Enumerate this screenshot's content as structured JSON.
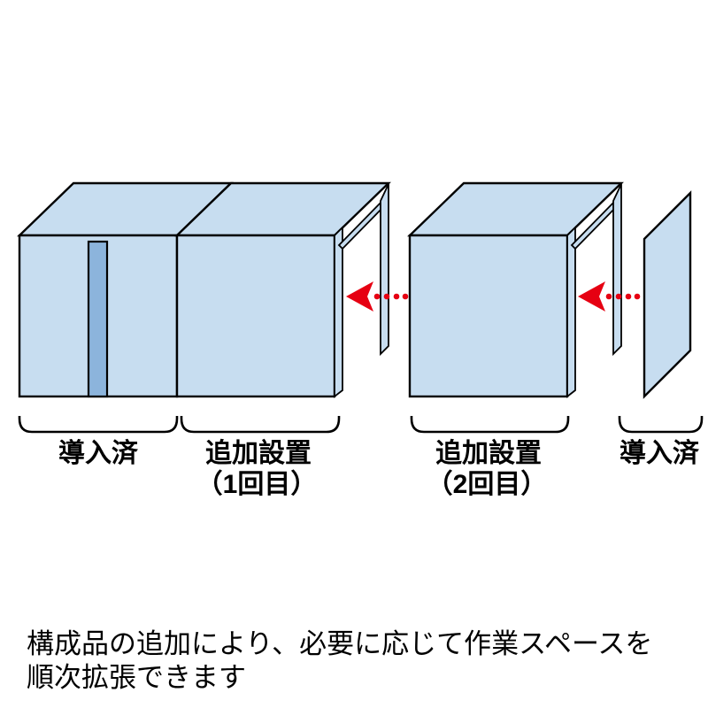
{
  "colors": {
    "background": "#ffffff",
    "box_fill": "#c7ddf0",
    "accent_fill": "#8cb4dc",
    "outline": "#000000",
    "arrow_red": "#e60012",
    "text": "#000000"
  },
  "figure": {
    "description_of_shapes": "isometric expansion diagram: installed unit + first addition joined, second addition module and reused side panel moving in from the right",
    "icons": [
      "dotted-left-arrow-icon",
      "dotted-left-arrow-icon"
    ],
    "section_labels": {
      "installed_left": "導入済",
      "addition1_line1": "追加設置",
      "addition1_line2": "（1回目）",
      "addition2_line1": "追加設置",
      "addition2_line2": "（2回目）",
      "installed_right": "導入済"
    }
  },
  "caption": {
    "line1": "構成品の追加により、必要に応じて作業スペースを",
    "line2": "順次拡張できます"
  }
}
